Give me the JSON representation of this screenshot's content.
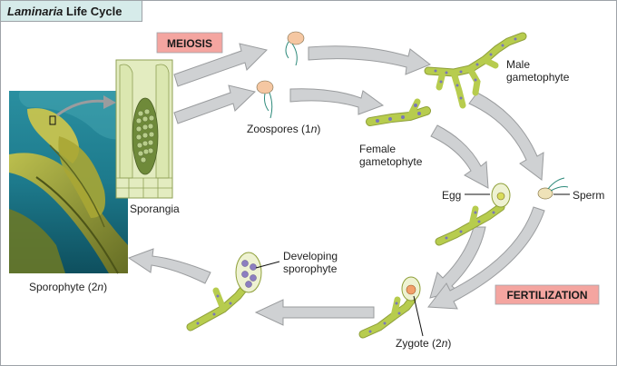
{
  "title": {
    "italic": "Laminaria",
    "rest": " Life Cycle"
  },
  "stages": {
    "meiosis": "MEIOSIS",
    "fertilization": "FERTILIZATION"
  },
  "labels": {
    "sporangia": "Sporangia",
    "zoospores_pre": "Zoospores (1",
    "zoospores_n": "n",
    "zoospores_post": ")",
    "male_line1": "Male",
    "male_line2": "gametophyte",
    "female_line1": "Female",
    "female_line2": "gametophyte",
    "egg": "Egg",
    "sperm": "Sperm",
    "zygote_pre": "Zygote (2",
    "zygote_n": "n",
    "zygote_post": ")",
    "dev_line1": "Developing",
    "dev_line2": "sporophyte",
    "sporophyte_pre": "Sporophyte (2",
    "sporophyte_n": "n",
    "sporophyte_post": ")"
  },
  "colors": {
    "title_bg": "#d6ebea",
    "stage_box": "#f4a5a0",
    "arrow_fill": "#cfd1d3",
    "arrow_stroke": "#9a9c9e",
    "filament": "#b7cc4e",
    "nucleus": "#7a77b8",
    "water_dark": "#0e4f5e",
    "water_light": "#3d9fb0",
    "kelp": "#8c9430",
    "sporangia_bg": "#e3ecc0"
  },
  "icons": [
    "zoospore-icon",
    "male-gametophyte-icon",
    "female-gametophyte-icon",
    "egg-icon",
    "sperm-icon",
    "zygote-icon",
    "developing-sporophyte-icon"
  ]
}
